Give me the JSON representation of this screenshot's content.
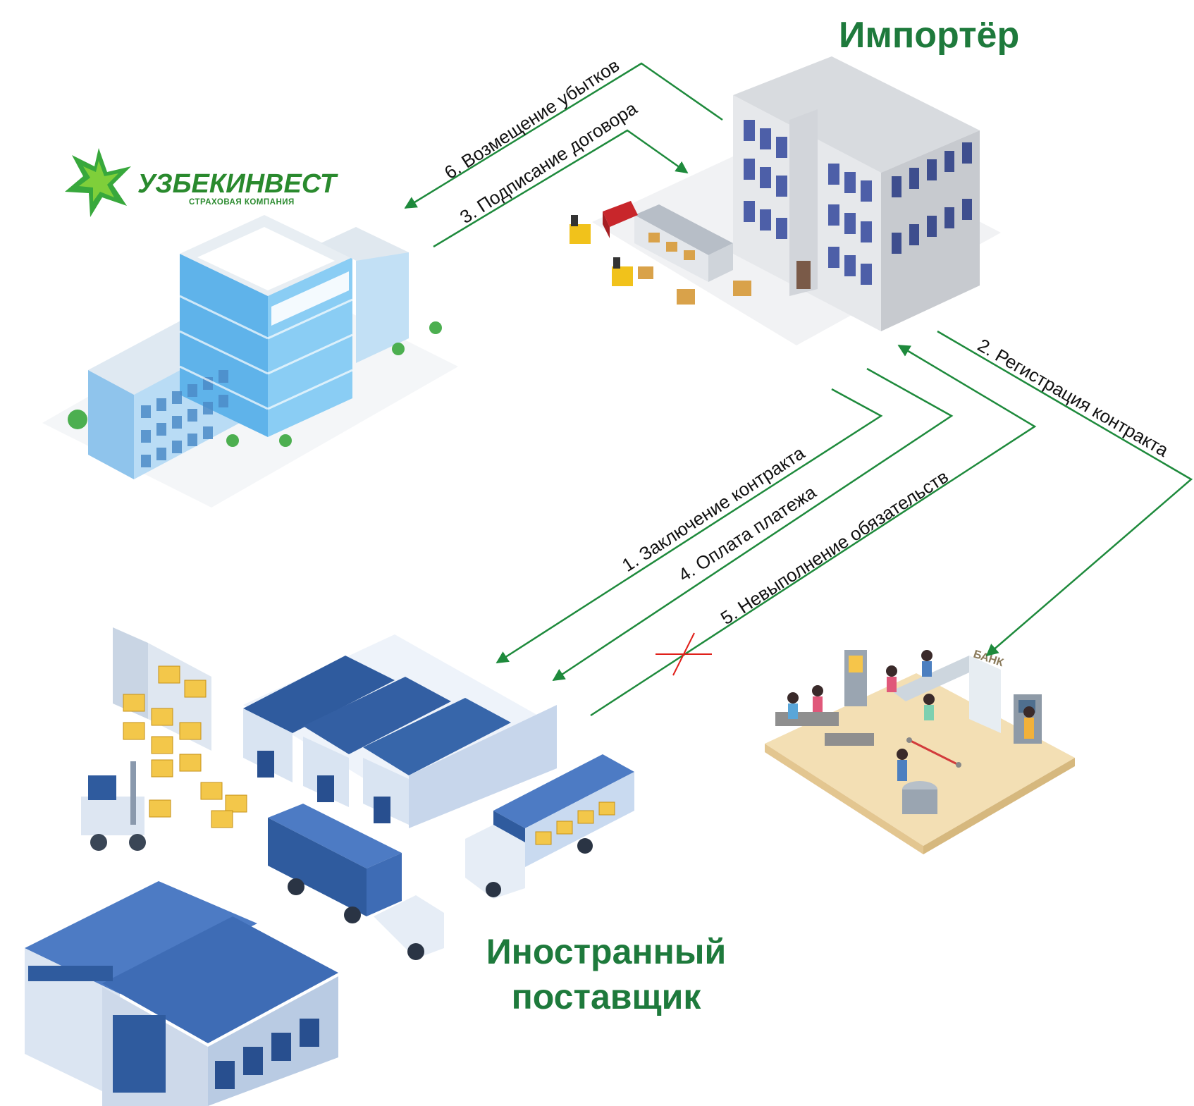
{
  "parties": {
    "importer": "Импортёр",
    "supplier_line1": "Иностранный",
    "supplier_line2": "поставщик"
  },
  "insurer": {
    "name": "УЗБЕКИНВЕСТ",
    "subtitle": "СТРАХОВАЯ КОМПАНИЯ"
  },
  "bank": {
    "sign": "БАНК"
  },
  "steps": [
    {
      "label": "1. Заключение контракта"
    },
    {
      "label": "2. Регистрация контракта"
    },
    {
      "label": "3. Подписание договора"
    },
    {
      "label": "4. Оплата платежа"
    },
    {
      "label": "5. Невыполнение обязательств"
    },
    {
      "label": "6. Возмещение убытков"
    }
  ],
  "colors": {
    "arrow": "#1e8a3c",
    "title": "#1e7a3c",
    "cross": "#e0201a"
  }
}
